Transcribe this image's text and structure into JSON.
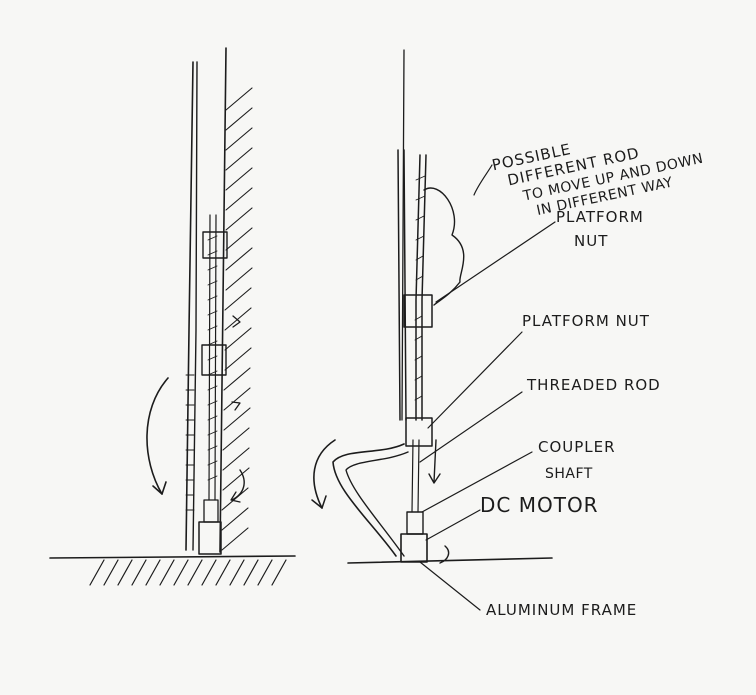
{
  "labels": {
    "possible_rod_1": "POSSIBLE",
    "possible_rod_2": "DIFFERENT ROD",
    "possible_rod_3": "TO MOVE UP AND DOWN",
    "possible_rod_4": "IN DIFFERENT WAY",
    "platform_nut_upper_1": "PLATFORM",
    "platform_nut_upper_2": "NUT",
    "platform_nut": "PLATFORM NUT",
    "threaded_rod": "THREADED ROD",
    "coupler_1": "COUPLER",
    "coupler_2": "SHAFT",
    "dc_motor": "DC MOTOR",
    "aluminum_frame": "ALUMINUM FRAME"
  },
  "colors": {
    "ink": "#1c1c1c",
    "paper": "#f7f7f5"
  }
}
